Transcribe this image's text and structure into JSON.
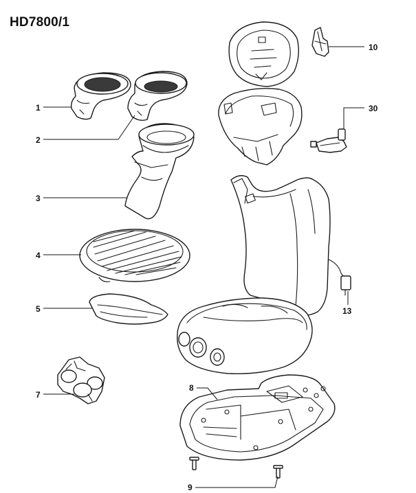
{
  "title": "HD7800/1",
  "callouts": [
    {
      "id": "c1",
      "label": "1"
    },
    {
      "id": "c2",
      "label": "2"
    },
    {
      "id": "c3",
      "label": "3"
    },
    {
      "id": "c4",
      "label": "4"
    },
    {
      "id": "c5",
      "label": "5"
    },
    {
      "id": "c7",
      "label": "7"
    },
    {
      "id": "c8",
      "label": "8"
    },
    {
      "id": "c9",
      "label": "9"
    },
    {
      "id": "c10",
      "label": "10"
    },
    {
      "id": "c13",
      "label": "13"
    },
    {
      "id": "c30",
      "label": "30"
    }
  ]
}
